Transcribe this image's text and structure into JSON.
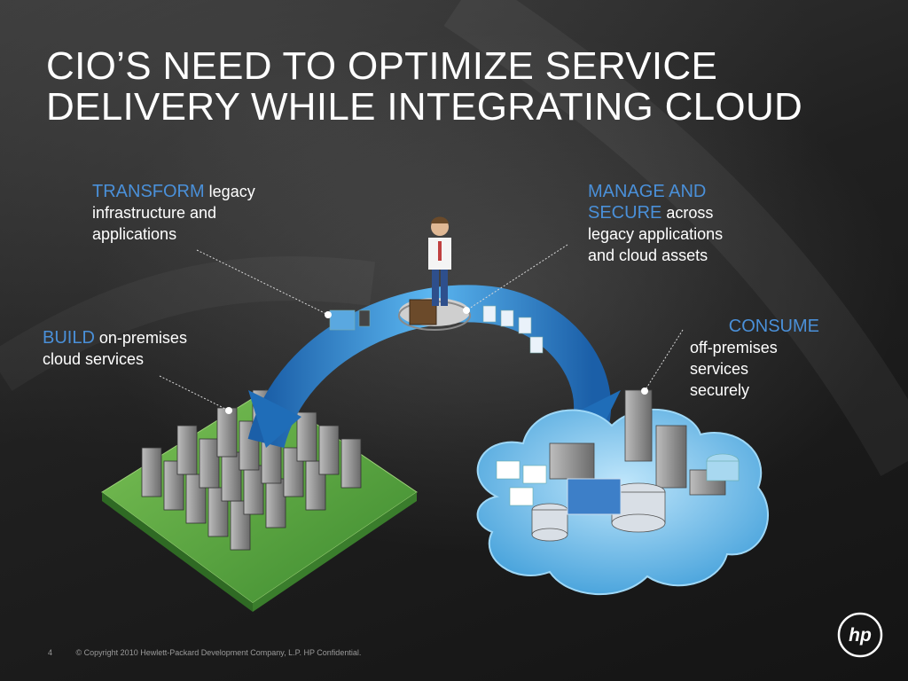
{
  "slide": {
    "title_line1": "CIO’S NEED TO OPTIMIZE SERVICE",
    "title_line2": "DELIVERY WHILE INTEGRATING CLOUD"
  },
  "callouts": {
    "transform": {
      "keyword": "TRANSFORM",
      "text1": " legacy",
      "text2": "infrastructure and",
      "text3": "applications"
    },
    "manage": {
      "keyword1": "MANAGE AND",
      "keyword2": "SECURE",
      "text1": " across",
      "text2": "legacy applications",
      "text3": "and cloud assets"
    },
    "build": {
      "keyword": "BUILD",
      "text1": " on-premises",
      "text2": "cloud services"
    },
    "consume": {
      "keyword": "CONSUME",
      "text1": "off-premises",
      "text2": "services",
      "text3": "securely"
    }
  },
  "footer": {
    "page_number": "4",
    "copyright": "© Copyright 2010 Hewlett-Packard Development Company, L.P. HP Confidential."
  },
  "logo": {
    "text": "hp"
  },
  "colors": {
    "accent_blue": "#4a90d9",
    "grid_green": "#5fa84a",
    "cloud_blue": "#4fb0e8"
  }
}
